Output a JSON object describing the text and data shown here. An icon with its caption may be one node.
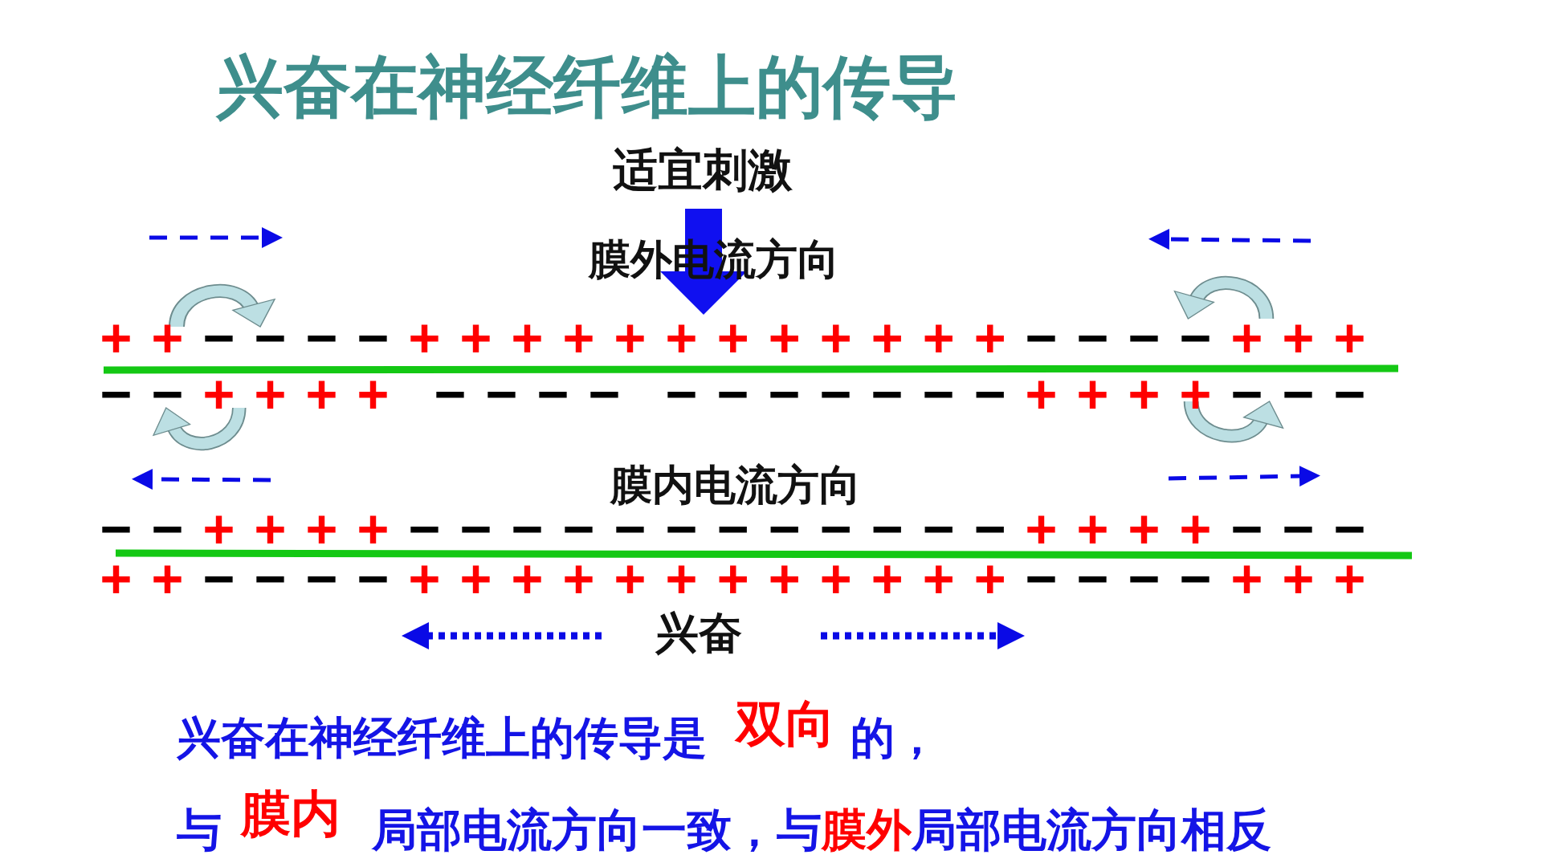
{
  "diagram": {
    "title": "兴奋在神经纤维上的传导",
    "labels": [
      "适宜刺激",
      "膜外电流方向",
      "++",
      "−−−−",
      "++++++++++++",
      "−−−−",
      "+++",
      "−−",
      "++++",
      "−−−−",
      "−−−−−−−",
      "++++",
      "−−−",
      "膜内电流方向",
      "−−",
      "++++",
      "−−−−−−−−−−−−",
      "++++",
      "−−−",
      "++",
      "−−−−",
      "++++++++++++",
      "−−−−",
      "+++",
      "兴奋",
      "兴奋在神经纤维上的传导是",
      "双向",
      "的，",
      "与",
      "膜内",
      "局部电流方向一致，与",
      "膜外",
      "局部电流方向相反"
    ]
  }
}
